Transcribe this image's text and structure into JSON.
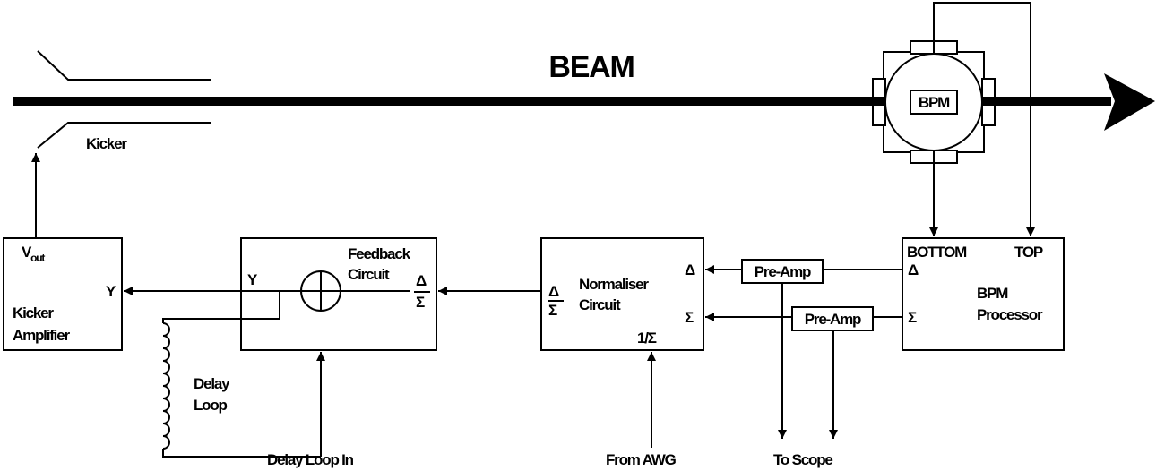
{
  "beam": {
    "label": "BEAM"
  },
  "kicker": {
    "label": "Kicker"
  },
  "kicker_amplifier": {
    "vout_main": "V",
    "vout_sub": "out",
    "output": "Y",
    "label_line1": "Kicker",
    "label_line2": "Amplifier"
  },
  "feedback_circuit": {
    "label_line1": "Feedback",
    "label_line2": "Circuit",
    "output": "Y",
    "input_num": "Δ",
    "input_den": "Σ"
  },
  "normaliser_circuit": {
    "label_line1": "Normaliser",
    "label_line2": "Circuit",
    "output_num": "Δ",
    "output_den": "Σ",
    "input_delta": "Δ",
    "input_sigma": "Σ",
    "input_inv_sigma": "1/Σ"
  },
  "bpm_processor": {
    "bottom": "BOTTOM",
    "top": "TOP",
    "delta": "Δ",
    "sigma": "Σ",
    "label_line1": "BPM",
    "label_line2": "Processor"
  },
  "bpm": {
    "label": "BPM"
  },
  "preamps": [
    {
      "label": "Pre-Amp"
    },
    {
      "label": "Pre-Amp"
    }
  ],
  "delay_loop": {
    "label_line1": "Delay",
    "label_line2": "Loop",
    "input": "Delay Loop In"
  },
  "external": {
    "awg": "From AWG",
    "scope": "To Scope"
  }
}
